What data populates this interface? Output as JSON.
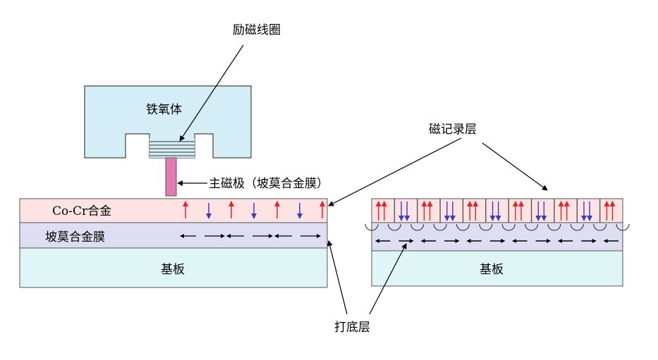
{
  "labels": {
    "coil": "励磁线圈",
    "ferrite": "铁氧体",
    "main_pole": "主磁极（坡莫合金膜）",
    "recording_layer": "磁记录层",
    "cocr": "Co-Cr合金",
    "permalloy": "坡莫合金膜",
    "substrate_left": "基板",
    "substrate_right": "基板",
    "underlayer": "打底层"
  },
  "colors": {
    "cocr_layer": "#fde3e3",
    "permalloy_layer": "#dddef2",
    "substrate_layer": "#dff5f6",
    "ferrite_block": "#d4edf6",
    "main_pole": "#e67ab3",
    "arrow_up": "#e8202a",
    "arrow_down": "#3b3bc4",
    "arrow_flux": "#000000"
  }
}
